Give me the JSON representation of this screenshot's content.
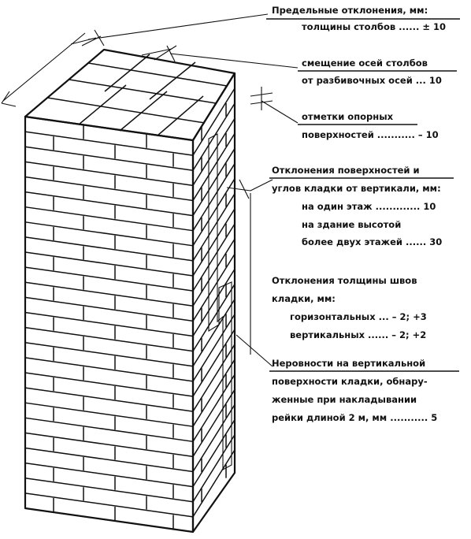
{
  "annotations": {
    "limit_deviations": {
      "heading": "Предельные отклонения, мм:",
      "line1": "толщины столбов ...... ± 10"
    },
    "axis_offset": {
      "line1": "смещение осей столбов",
      "line2": "от разбивочных осей ... 10"
    },
    "support_marks": {
      "line1": "отметки опорных",
      "line2": "поверхностей ........... – 10"
    },
    "vertical_deviation": {
      "line1": "Отклонения поверхностей и",
      "line2": "углов кладки от вертикали, мм:",
      "line3": "на один этаж ............. 10",
      "line4": "на здание высотой",
      "line5": "более двух этажей ......  30"
    },
    "joint_thickness": {
      "line1": "Отклонения толщины швов",
      "line2": "кладки, мм:",
      "line3": "горизонтальных ... – 2; +3",
      "line4": "вертикальных ...... – 2; +2"
    },
    "unevenness": {
      "line1": "Неровности на вертикальной",
      "line2": "поверхности кладки, обнару-",
      "line3": "женные при накладывании",
      "line4": "рейки длиной 2 м, мм ........... 5"
    }
  }
}
